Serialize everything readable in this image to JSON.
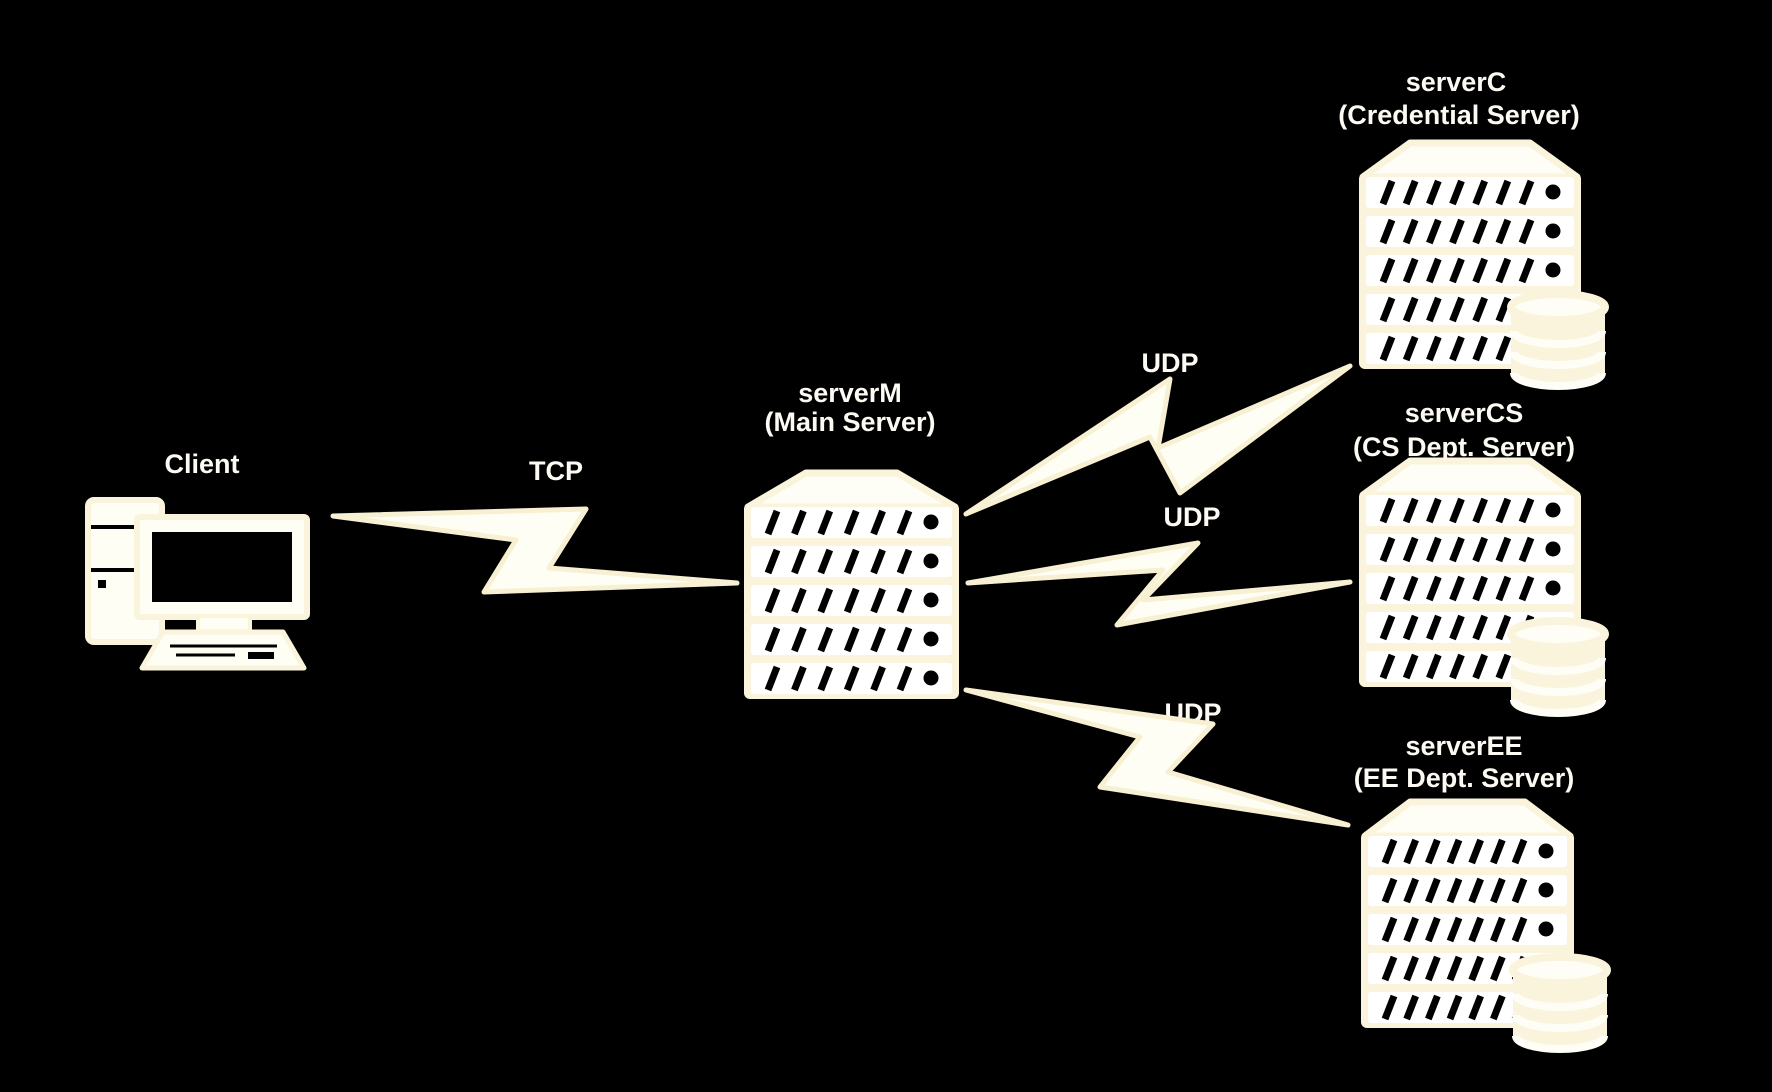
{
  "colors": {
    "background": "#000000",
    "icon_cream": "#FBF4DC",
    "icon_white": "#FFFEF6",
    "label_text": "#FCFAF2",
    "detail_black": "#000000"
  },
  "nodes": {
    "client": {
      "label": "Client",
      "icon": "desktop-computer-icon"
    },
    "server_m": {
      "name": "serverM",
      "role": "(Main Server)",
      "icon": "server-rack-icon"
    },
    "server_c": {
      "name": "serverC",
      "role": "(Credential Server)",
      "icon": "server-rack-with-database-icon"
    },
    "server_cs": {
      "name": "serverCS",
      "role": "(CS Dept. Server)",
      "icon": "server-rack-with-database-icon"
    },
    "server_ee": {
      "name": "serverEE",
      "role": "(EE Dept. Server)",
      "icon": "server-rack-with-database-icon"
    }
  },
  "links": [
    {
      "from": "Client",
      "to": "serverM",
      "protocol": "TCP",
      "icon": "lightning-bolt-connector"
    },
    {
      "from": "serverM",
      "to": "serverC",
      "protocol": "UDP",
      "icon": "lightning-bolt-connector"
    },
    {
      "from": "serverM",
      "to": "serverCS",
      "protocol": "UDP",
      "icon": "lightning-bolt-connector"
    },
    {
      "from": "serverM",
      "to": "serverEE",
      "protocol": "UDP",
      "icon": "lightning-bolt-connector"
    }
  ]
}
